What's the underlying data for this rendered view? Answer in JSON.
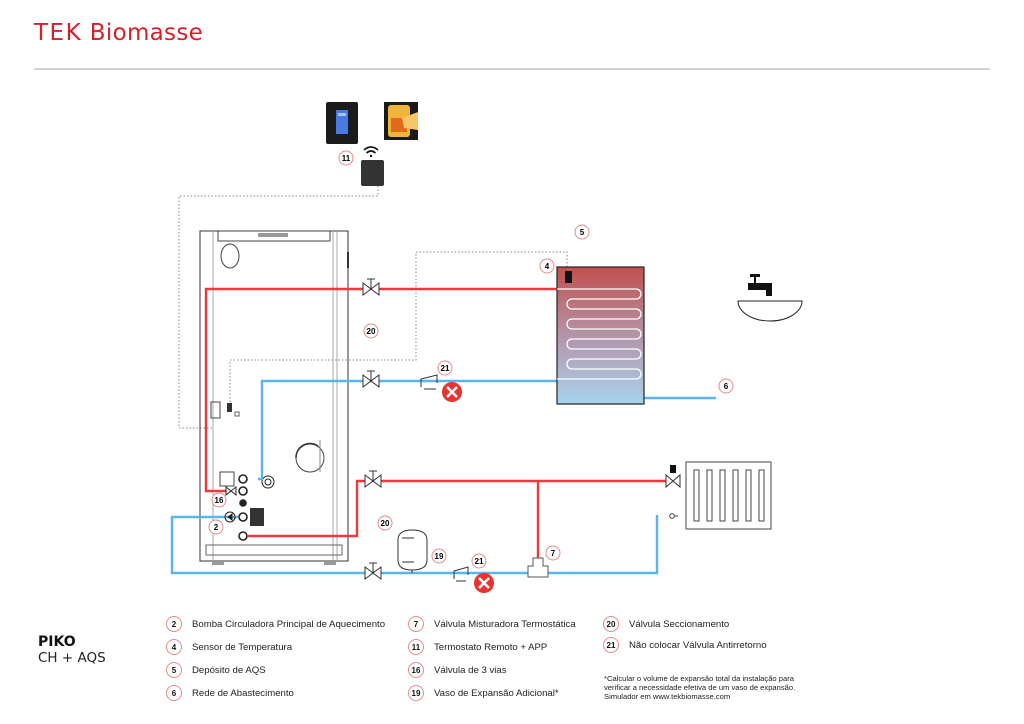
{
  "header": {
    "logo_tek": "TEK",
    "logo_rest": "Biomasse"
  },
  "product": {
    "name": "PIKO",
    "config": "CH + AQS"
  },
  "colors": {
    "brand_red": "#d4202a",
    "hot_pipe": "#f0383c",
    "cold_pipe": "#5ab4f0",
    "badge_border": "#e8888a",
    "no_icon": "#e8332f"
  },
  "diagram": {
    "badges": {
      "thermostat": "11",
      "tank": "5",
      "sensor": "4",
      "shutoff_upper": "20",
      "no_check_upper": "21",
      "supply_network": "6",
      "three_way": "16",
      "pump": "2",
      "shutoff_lower": "20",
      "expansion": "19",
      "no_check_lower": "21",
      "mixing": "7"
    },
    "icons": {
      "thermostat": "remote-thermostat-icon",
      "app": "smartphone-app-icon",
      "wifi": "wifi-icon",
      "tap": "tap-icon",
      "basin": "basin-icon",
      "radiator": "radiator-icon",
      "prohibited": "prohibited-x-icon"
    }
  },
  "legend": {
    "col1": [
      {
        "num": "2",
        "label": "Bomba Circuladora Principal de Aquecimento"
      },
      {
        "num": "4",
        "label": "Sensor de Temperatura"
      },
      {
        "num": "5",
        "label": "Depósito de AQS"
      },
      {
        "num": "6",
        "label": "Rede de Abastecimento"
      }
    ],
    "col2": [
      {
        "num": "7",
        "label": "Válvula Misturadora Termostática"
      },
      {
        "num": "11",
        "label": "Termostato Remoto + APP"
      },
      {
        "num": "16",
        "label": "Válvula de 3 vias"
      },
      {
        "num": "19",
        "label": "Vaso de Expansão Adicional*"
      }
    ],
    "col3": [
      {
        "num": "20",
        "label": "Válvula Seccionamento"
      },
      {
        "num": "21",
        "label": "Não colocar Válvula Antirretorno"
      }
    ],
    "note_lines": [
      "*Calcular o volume de expansão total da instalação para",
      "verificar a necessidade efetiva de um vaso de expansão.",
      "Simulador em www.tekbiomasse.com"
    ]
  }
}
